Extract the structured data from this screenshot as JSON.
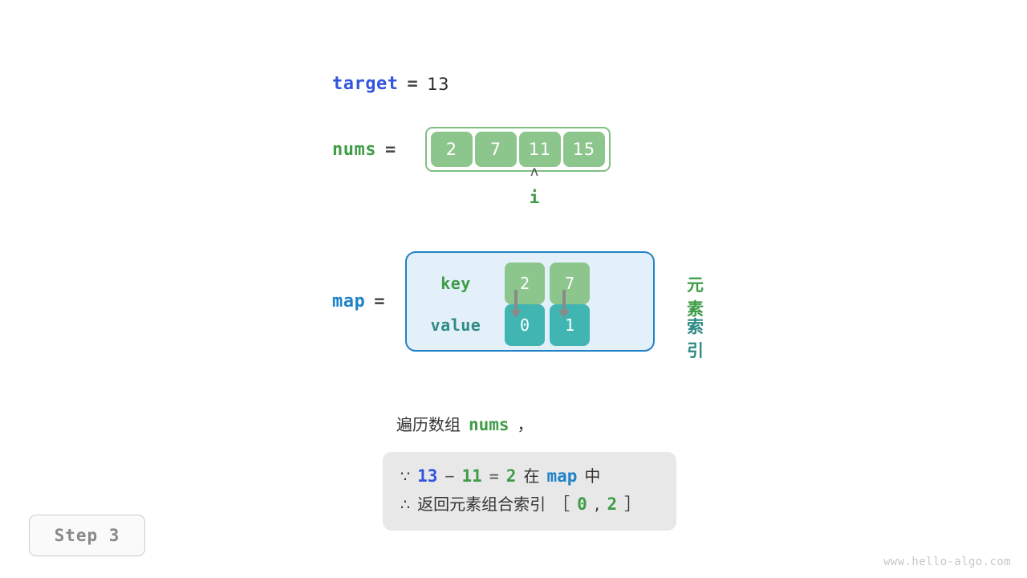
{
  "diagram": {
    "title": "Two Sum hash map walkthrough",
    "step_badge": "Step 3",
    "watermark": "www.hello-algo.com"
  },
  "target": {
    "name": "target",
    "equals": "=",
    "value": "13"
  },
  "nums": {
    "name": "nums",
    "equals": "=",
    "cells": [
      "2",
      "7",
      "11",
      "15"
    ],
    "pointer": {
      "caret": "ʌ",
      "label": "i",
      "index": 2
    }
  },
  "map": {
    "name": "map",
    "equals": "=",
    "row_labels": {
      "key": "key",
      "value": "value"
    },
    "entries": [
      {
        "key": "2",
        "value": "0"
      },
      {
        "key": "7",
        "value": "1"
      }
    ],
    "side_labels": {
      "element": "元素",
      "index": "索引"
    }
  },
  "caption": {
    "text_before": "遍历数组",
    "code": "nums",
    "text_after": "，"
  },
  "conclusion": {
    "line1": {
      "symbol": "∵",
      "a": "13",
      "minus": "−",
      "b": "11",
      "eq": "=",
      "c": "2",
      "cn_in": "在",
      "map": "map",
      "cn_within": "中"
    },
    "line2": {
      "symbol": "∴",
      "text": "返回元素组合索引",
      "bracket_open": "［",
      "i0": "0",
      "comma": ",",
      "i1": "2",
      "bracket_close": "］"
    }
  },
  "colors": {
    "var_blue": "#3355dd",
    "var_green": "#3f9c47",
    "map_blue": "#2183c8",
    "cell_green": "#8cc68c",
    "cell_teal": "#40b5b2",
    "map_box_bg": "#e3f0fa",
    "conclusion_bg": "#e8e8e8",
    "arrow_gray": "#8a8a8a",
    "background": "#ffffff"
  }
}
